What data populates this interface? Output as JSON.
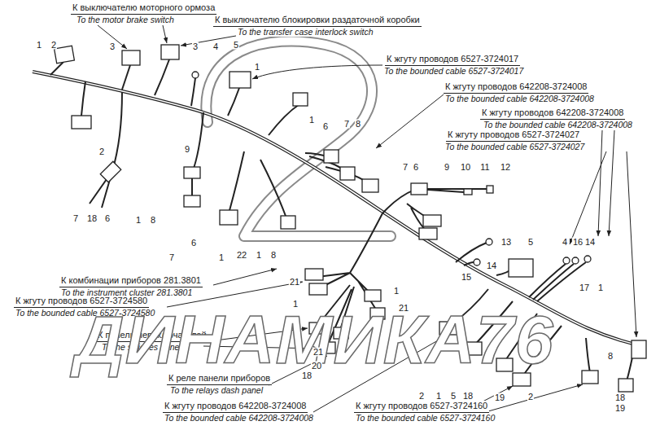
{
  "diagram": {
    "labels": [
      "К выключателю моторного ормоза",
      "To the motor brake switch",
      "К выключателю блокировки раздаточной коробки",
      "To the transfer case interlock switch",
      "К жгуту проводов 6527-3724017",
      "To the bounded cable 6527-3724017",
      "К жгуту проводов 642208-3724008",
      "To the bounded cable 642208-3724008",
      "К жгуту проводов 642208-3724008",
      "To the bounded cable 642208-3724008",
      "К жгуту проводов 6527-3724027",
      "To the bounded cable 6527-3724027",
      "К комбинации приборов 281.3801",
      "To the instrument cluster 281.3801",
      "К жгуту проводов 6527-3724580",
      "To the bounded cable 6527-3724580",
      "К панели переключателей",
      "To the swiches panel",
      "К реле панели приборов",
      "To the relays dash panel",
      "К жгуту проводов 642208-3724008",
      "To the bounded cable 642208-3724008",
      "К жгуту проводов 6527-3724160",
      "To the bounded cable 6527-3724160",
      "ДИНАМИКА76",
      "1",
      "2",
      "3",
      "3",
      "4",
      "5",
      "1",
      "2",
      "9",
      "7",
      "18",
      "6",
      "1",
      "8",
      "1",
      "6",
      "7",
      "8",
      "7",
      "6",
      "1",
      "22",
      "1",
      "8",
      "7",
      "6",
      "9",
      "10",
      "11",
      "12",
      "13",
      "5",
      "14",
      "15",
      "4",
      "16",
      "14",
      "21",
      "1",
      "21",
      "1",
      "21",
      "20",
      "18",
      "17",
      "1",
      "8",
      "18",
      "19",
      "2",
      "1",
      "5",
      "18",
      "19",
      "2"
    ]
  }
}
